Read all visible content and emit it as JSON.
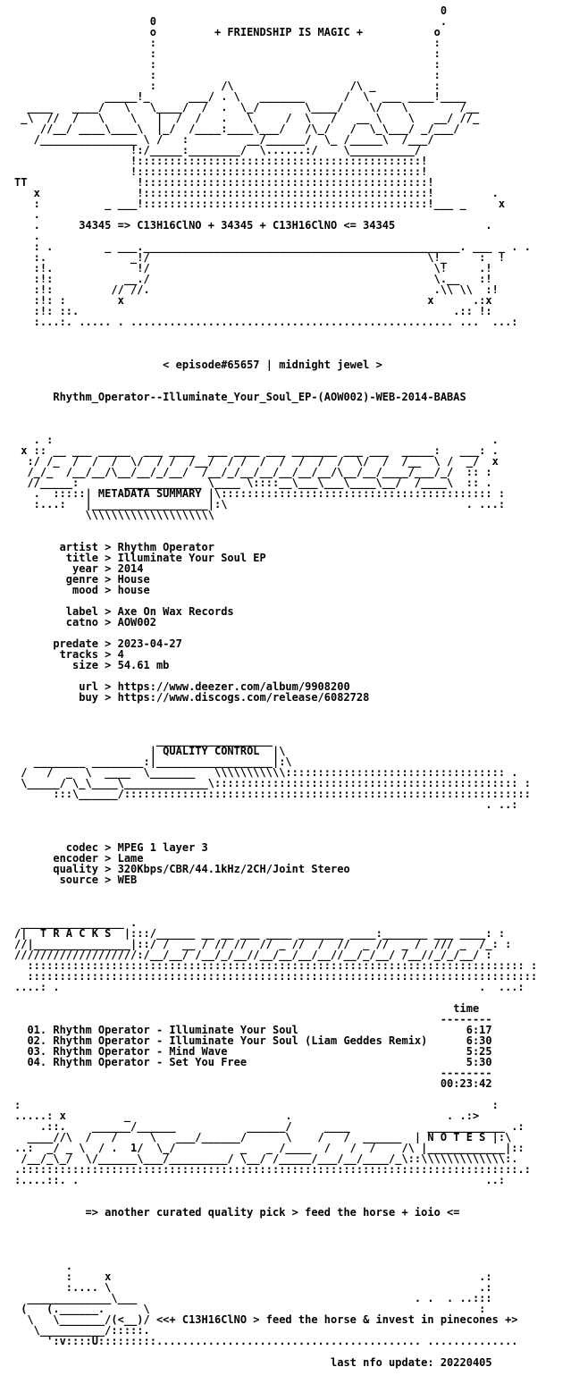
{
  "nfo_lines": [
    "                                                                  0",
    "                     0                                            .",
    "                     o         + FRIENDSHIP IS MAGIC +           o",
    "                     :                                           :",
    "                     :                                           :",
    "                     :                                           :",
    "                     :                                           :",
    "                     :          /\\                  /\\ _         :",
    "              _____!_      ___/ . \\   _______      /  \\  ___ ____!____",
    "  ____   ____/   \\   \\____/  /  .  \\_/       \\____/    \\/   \\        /__",
    " _\\  //  /   \\    \\   |  /  /   .   \\     /  \\   /   __ \\    \\   __/ //_",
    "    //__/ ____\\____\\  |_/  /____:____\\___/   /\\_/   /  \\_\\___/ _/___/",
    "   /_______________ \\ /   :         __/______/  \\_ /_____\\  /___/",
    "                  !:/_____:________/  \\......:/    \\__________/",
    "                  !::::::::::::::::::::::::::::::::::::::::::::!",
    "                  !::::::::::::::::::::::::::::::::::::::::::::!",
    "TT                 !::::::::::::::::::::::::::::::::::::::::::::!",
    "   x               !::::::::::::::::::::::::::::::::::::::::::::!         .",
    "   :          _ ___!::::::::::::::::::::::::::::::::::::::::::::!___ _     x",
    "   .",
    "   .      34345 => C13H16ClNO + 34345 + C13H16ClNO <= 34345              .",
    "   .",
    "   : .        _ ___._________________________________________________. ___ _ . .",
    "   :.             _!/                                           \\!_     :  !",
    "   :!.             !/                                            \\!     .!",
    "   :!:           __./                                            \\.__   :!",
    "   :!:         // //.                                            .\\\\ \\\\  :!",
    "   :!: :        x                                               x      .:x",
    "   :!: ::.                                                          .:: !:",
    "   :...:. ..... . .................................................. ...  ...:",
    "",
    "",
    "",
    "                       < episode#65657 | midnight jewel >",
    "",
    "",
    "      Rhythm_Operator--Illuminate_Your_Soul_EP-(AOW002)-WEB-2014-BABAS",
    "",
    "",
    "",
    "   . :                                                                    .",
    " x :: __ ___ _____  ___ ____  ___ ____ ___ _______ ___ ___  _____:   ___: .",
    "  :/ /_  /  /  /  \\/  / /  /__/  / /  /  /  /  /  /  \\/  /  /__  \\ /  _/  x",
    "  /_/_  /__/__/\\__/__/_/__/  /__/_/__/__/__/__/__/\\__/__/____/___/_/  :: :",
    "  //_____:       ____________ \\____ \\::::__\\___\\___\\____\\__/  /____\\  :: .",
    "   .  :::::| METADATA SUMMARY |\\:::::::::::::::::::::::::::::::::::::::::: :",
    "   :...:   |__________________|:\\                                     . ...:",
    "           \\\\\\\\\\\\\\\\\\\\\\\\\\\\\\\\\\\\\\\\",
    "",
    "",
    "       artist > Rhythm Operator",
    "        title > Illuminate Your Soul EP",
    "         year > 2014",
    "        genre > House",
    "         mood > house",
    "",
    "        label > Axe On Wax Records",
    "        catno > AOW002",
    "",
    "      predate > 2023-04-27",
    "       tracks > 4",
    "         size > 54.61 mb",
    "",
    "          url > https://www.deezer.com/album/9908200",
    "          buy > https://www.discogs.com/release/6082728",
    "",
    "",
    "",
    "                      __________________",
    "                     | QUALITY CONTROL  |\\",
    "   ________ ________:|__________________|:\\",
    " /   /  _  \\  ____  \\_______   \\\\\\\\\\\\\\\\\\\\\\:::::::::::::::::::::::::::::::::: .",
    " \\_____/ \\_\\____\\_____________\\::::::::::::::::::::::::::::::::::::::::::::::: :",
    "      :::\\______/:::::::::::::::::::::::::::::::::::::::::::::::::::::::::::::::",
    "                                                                         . ..:",
    "",
    "",
    "",
    "        codec > MPEG 1 layer 3",
    "      encoder > Lame",
    "      quality > 320Kbps/CBR/44.1kHz/2CH/Joint Stereo",
    "       source > WEB",
    "",
    "",
    "",
    " ________________ .",
    "/|  T R A C K S  |:::/______ __ __ ___ ____ _______ ____:_______ ___ ____: :",
    "//|_______________|::/ /  __ / // //  // _ //  /  //  _ //  _ /  /// _  /_: :",
    "///////////////////:/__/__/ /__/_/__//__/__/__/__//__/_/__/ /__//_/_/__/ :",
    "  ::::::::::::::::::::::::::::::::::::::::::::::::::::::::::::::::::::::::::::: :",
    "  :::::::::::::::::::::::::::::::::::::::::::::::::::::::::::::::::::::::::::::::",
    "....: .                                                                 .  ...:",
    "",
    "                                                                    time",
    "                                                                  --------",
    "  01. Rhythm Operator - Illuminate Your Soul                          6:17",
    "  02. Rhythm Operator - Illuminate Your Soul (Liam Geddes Remix)      6:30",
    "  03. Rhythm Operator - Mind Wave                                     5:25",
    "  04. Rhythm Operator - Set You Free                                  5:30",
    "                                                                  --------",
    "                                                                  00:23:42",
    "",
    ":                                                                         :",
    ".....: x         _                        .                        . .:>",
    "    .::.    ______/______           ______/     ____            ____________ .:",
    "  ____//\\  /   /     \\   ___/______/      \\    /   /  ______  | N O T E S |:\\",
    "..:  _/ _ \\  / .  1/  \\_/          _   _ /____  /   /  /    /\\ |____________|::",
    " /__/_\\_/  \\/______\\___/_________/ \\__/ /_____/___/__/____/_\\::\\\\\\\\\\\\\\\\\\\\\\\\\\:.",
    ".:::::::::::::::::::::::::::::::::::::::::::::::::::::::::::::::::::::::::::::.:",
    ":....::. .                                                               ..:",
    "",
    "",
    "           => another curated quality pick > feed the horse + ioio <=",
    "",
    "",
    "",
    "",
    "        .",
    "        :     x                                                         .:",
    "        :.... \\                                                         .:",
    "  _____________\\___                                           . .  . ..:::",
    " (   (.______.      \\                                                   :",
    "  \\   \\_______/(<__)/ <<+ C13H16ClNO > feed the horse & invest in pinecones +>",
    "   \\__________/:::::.",
    "     ':v::::U:::::::::......................................... ..............",
    "",
    "                                                 last nfo update: 20220405"
  ]
}
